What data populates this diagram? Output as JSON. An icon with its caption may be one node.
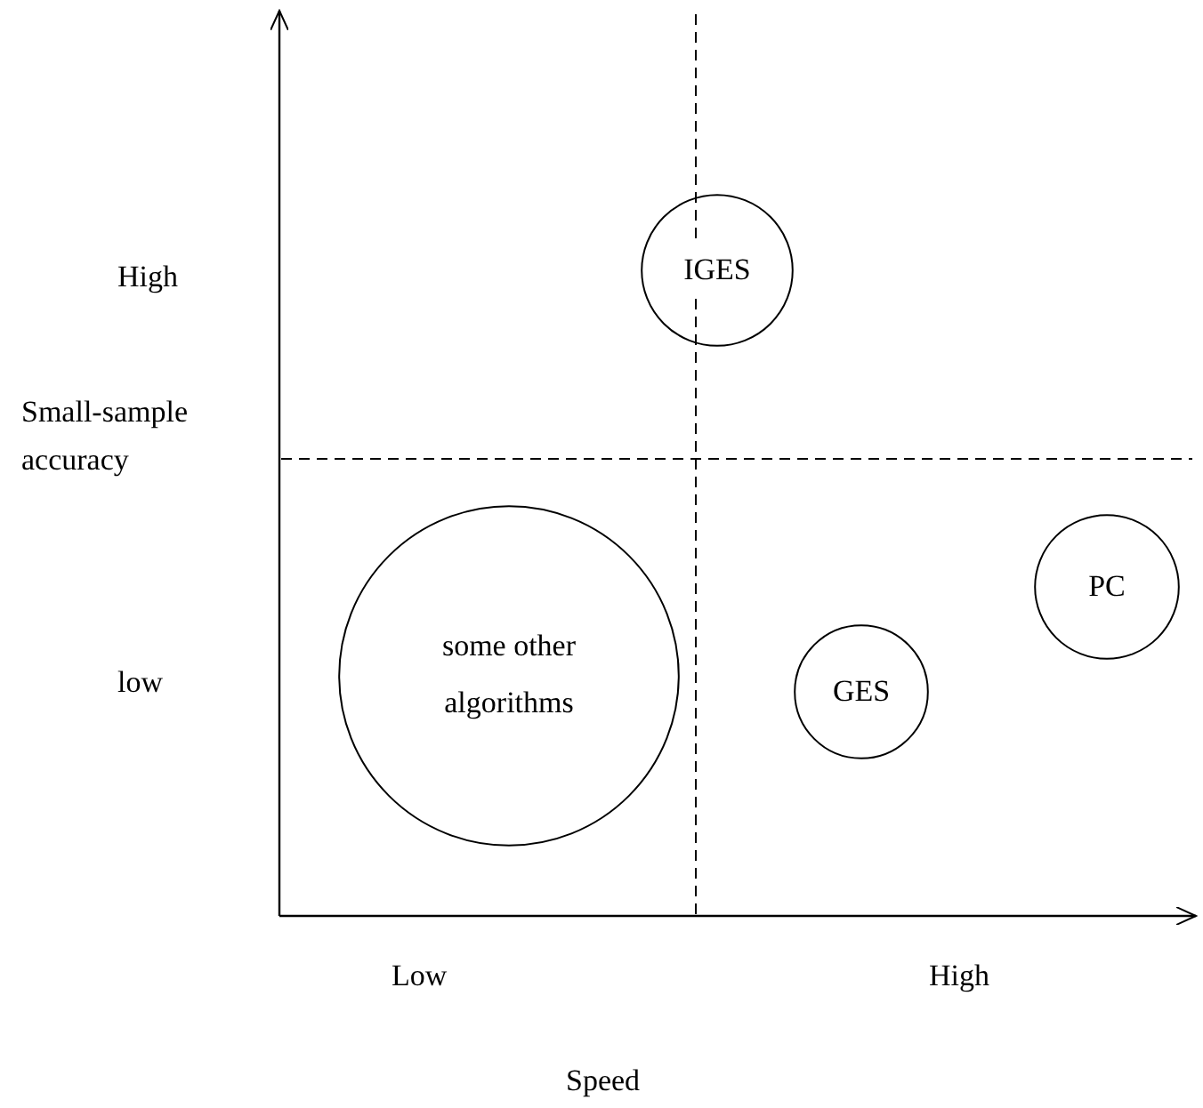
{
  "diagram": {
    "nodes": [
      {
        "text": [
          "IGES"
        ]
      },
      {
        "text": [
          "some other algorithms"
        ]
      },
      {
        "text": [
          "GES"
        ]
      },
      {
        "text": [
          "PC"
        ]
      }
    ],
    "labels": [
      "High",
      "Small-sample accuracy",
      "low",
      "Low",
      "High",
      "Speed"
    ]
  }
}
